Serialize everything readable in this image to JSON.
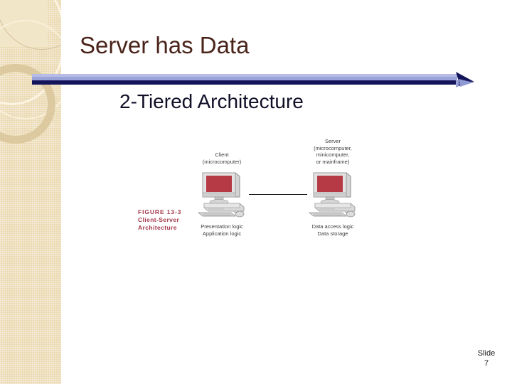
{
  "slide": {
    "title": "Server has Data",
    "subtitle": "2-Tiered Architecture",
    "slide_label": "Slide",
    "slide_number": "7"
  },
  "theme": {
    "sidebar_color": "#ead9b0",
    "sidebar_panel_color": "#f2e6c8",
    "ring_color": "#d9c49a",
    "title_color": "#4a241a",
    "subtitle_color": "#100f28",
    "divider_light": "#9aa3d8",
    "divider_dark": "#14145a",
    "background": "#ffffff"
  },
  "figure": {
    "caption": {
      "head": "FIGURE 13-3",
      "line2": "Client-Server",
      "line3": "Architecture",
      "color": "#a33a4a"
    },
    "nodes": [
      {
        "id": "client",
        "top_label": [
          "Client",
          "(microcomputer)"
        ],
        "bottom_label": [
          "Presentation logic",
          "Application logic"
        ]
      },
      {
        "id": "server",
        "top_label": [
          "Server",
          "(microcomputer,",
          "minicomputer,",
          "or mainframe)"
        ],
        "bottom_label": [
          "Data access logic",
          "Data storage"
        ]
      }
    ],
    "screen_color": "#b63a45",
    "case_color": "#d8d8d8",
    "connector_color": "#1c1c1c"
  }
}
